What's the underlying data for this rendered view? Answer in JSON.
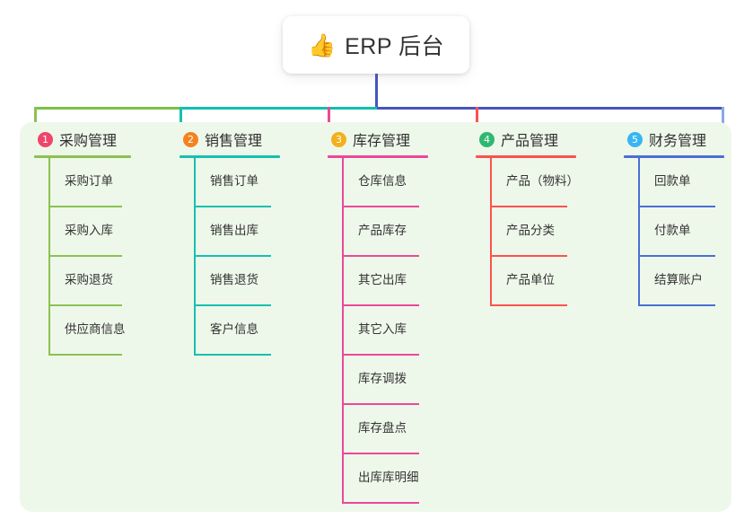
{
  "root": {
    "emoji": "👍",
    "emoji_name": "thumbs-up-icon",
    "title": "ERP 后台"
  },
  "palette": {
    "canvas_bg": "#eef8ea",
    "page_bg": "#ffffff",
    "root_stem": "#4654c0",
    "text": "#333333"
  },
  "connector_segments": [
    {
      "name": "bar-segment-green",
      "color": "#7ac143"
    },
    {
      "name": "bar-segment-teal",
      "color": "#11bfae"
    },
    {
      "name": "bar-segment-indigo",
      "color": "#4654c0"
    }
  ],
  "columns": [
    {
      "index": "1",
      "title": "采购管理",
      "badge_color": "#f0456b",
      "line_color": "#8cc152",
      "drop_color": "#8cc152",
      "items": [
        "采购订单",
        "采购入库",
        "采购退货",
        "供应商信息"
      ]
    },
    {
      "index": "2",
      "title": "销售管理",
      "badge_color": "#f58220",
      "line_color": "#16c0b0",
      "drop_color": "#16c0b0",
      "items": [
        "销售订单",
        "销售出库",
        "销售退货",
        "客户信息"
      ]
    },
    {
      "index": "3",
      "title": "库存管理",
      "badge_color": "#f2b01e",
      "line_color": "#ec4899",
      "drop_color": "#ec4899",
      "items": [
        "仓库信息",
        "产品库存",
        "其它出库",
        "其它入库",
        "库存调拨",
        "库存盘点",
        "出库库明细"
      ]
    },
    {
      "index": "4",
      "title": "产品管理",
      "badge_color": "#2eb872",
      "line_color": "#f9534f",
      "drop_color": "#f9534f",
      "items": [
        "产品（物料）",
        "产品分类",
        "产品单位"
      ]
    },
    {
      "index": "5",
      "title": "财务管理",
      "badge_color": "#38b6f1",
      "line_color": "#4a6fd6",
      "drop_color": "#8aa6e8",
      "items": [
        "回款单",
        "付款单",
        "结算账户"
      ]
    }
  ]
}
